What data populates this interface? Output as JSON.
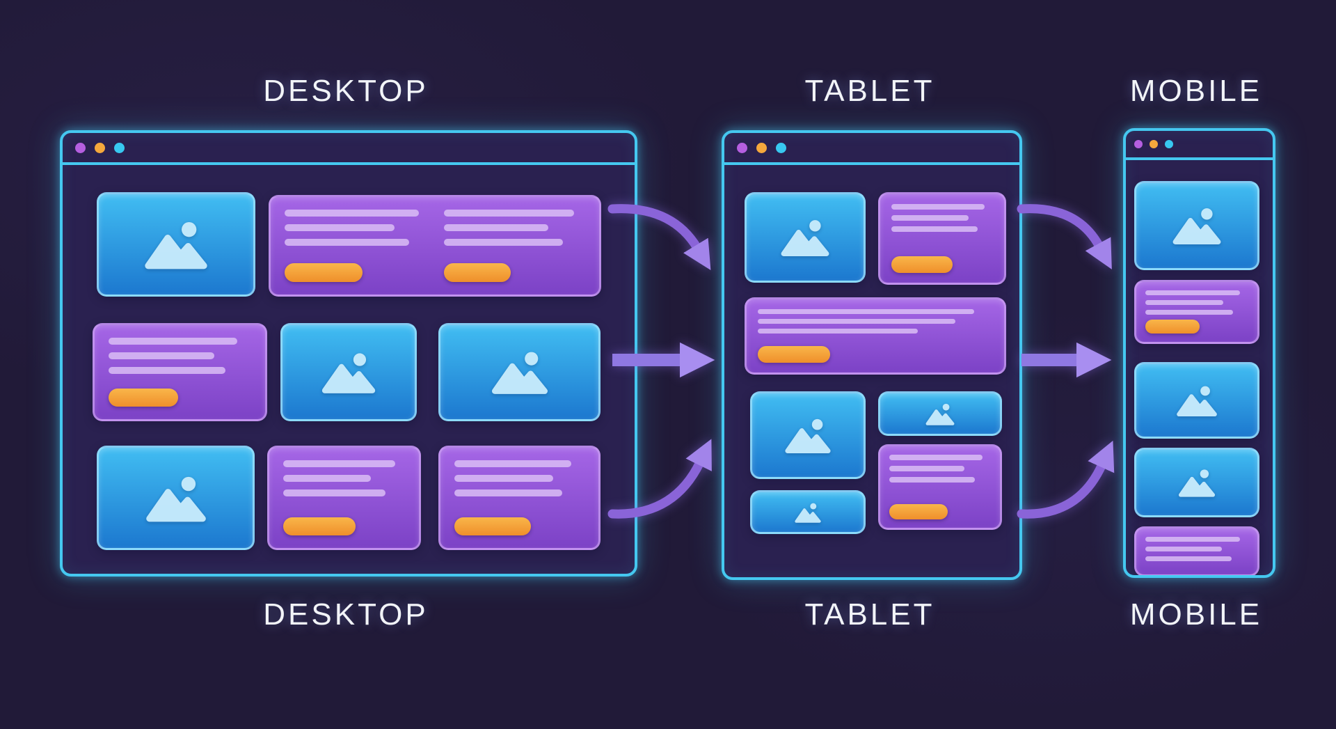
{
  "diagram": {
    "type": "responsive-design-breakpoints",
    "devices": [
      {
        "id": "desktop",
        "label_top": "DESKTOP",
        "label_bottom": "DESKTOP"
      },
      {
        "id": "tablet",
        "label_top": "TABLET",
        "label_bottom": "TABLET"
      },
      {
        "id": "mobile",
        "label_top": "MOBILE",
        "label_bottom": "MOBILE"
      }
    ]
  },
  "icons": {
    "image_placeholder": "image-icon (mountain with sun)",
    "window_dots": [
      "dot-purple",
      "dot-orange",
      "dot-cyan"
    ],
    "arrows": [
      "arrow-desktop-to-tablet-top",
      "arrow-desktop-to-tablet-middle",
      "arrow-desktop-to-tablet-bottom",
      "arrow-tablet-to-mobile-top",
      "arrow-tablet-to-mobile-middle",
      "arrow-tablet-to-mobile-bottom"
    ]
  },
  "colors": {
    "background": "#211a38",
    "window_border": "#45c8f0",
    "window_background": "#2a2150",
    "card_blue_top": "#41bdf2",
    "card_blue_bottom": "#1c78cf",
    "card_purple_top": "#a566e6",
    "card_purple_bottom": "#7c42c6",
    "text_line": "#d9bdf4",
    "button_orange_top": "#f9b64a",
    "button_orange_bottom": "#ef8f2b",
    "arrow": "#8a64d8",
    "arrow_mid": "#8f78e2",
    "dot_purple": "#b55fe0",
    "dot_orange": "#f5a83c",
    "dot_cyan": "#38c8f0",
    "label_text": "#f2f4f8"
  }
}
